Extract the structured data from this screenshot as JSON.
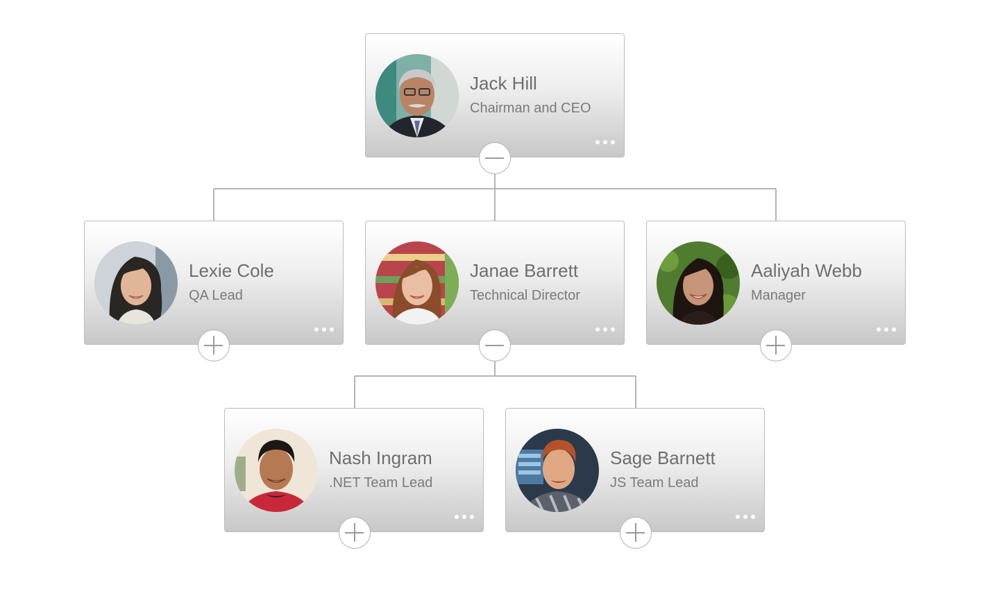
{
  "people": {
    "jack": {
      "name": "Jack Hill",
      "title": "Chairman and CEO"
    },
    "lexie": {
      "name": "Lexie Cole",
      "title": "QA Lead"
    },
    "janae": {
      "name": "Janae Barrett",
      "title": "Technical Director"
    },
    "aaliyah": {
      "name": "Aaliyah Webb",
      "title": "Manager"
    },
    "nash": {
      "name": "Nash Ingram",
      "title": ".NET Team Lead"
    },
    "sage": {
      "name": "Sage Barnett",
      "title": "JS Team Lead"
    }
  },
  "toggles": {
    "jack": "collapse",
    "lexie": "expand",
    "janae": "collapse",
    "aaliyah": "expand",
    "nash": "expand",
    "sage": "expand"
  },
  "icons": {
    "collapse": "minus-circle-icon",
    "expand": "plus-circle-icon",
    "menu": "more-horizontal-icon"
  },
  "colors": {
    "connector": "#b4b4b4",
    "card_border": "#bcbcbc",
    "name_text": "#6e6e6e",
    "title_text": "#7a7a7a"
  }
}
